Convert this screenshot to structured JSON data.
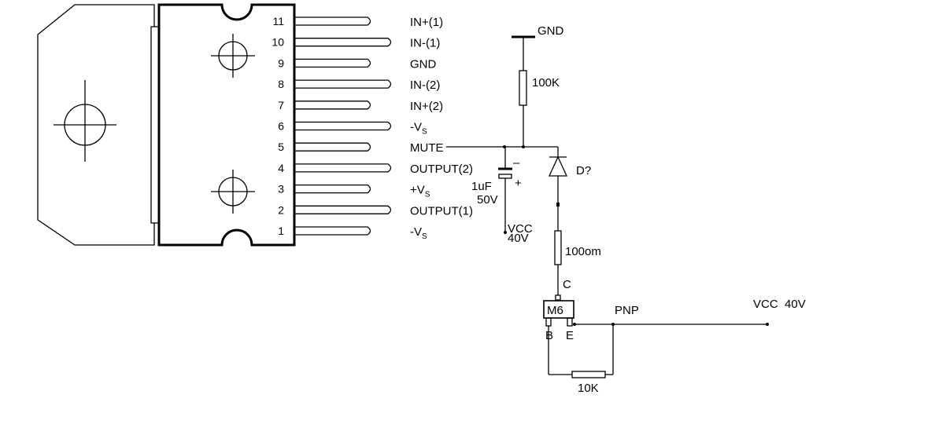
{
  "ic": {
    "pins": [
      {
        "num": "11",
        "label": "IN+(1)"
      },
      {
        "num": "10",
        "label": "IN-(1)"
      },
      {
        "num": "9",
        "label": "GND"
      },
      {
        "num": "8",
        "label": "IN-(2)"
      },
      {
        "num": "7",
        "label": "IN+(2)"
      },
      {
        "num": "6",
        "label": "-V",
        "sub": "S"
      },
      {
        "num": "5",
        "label": "MUTE"
      },
      {
        "num": "4",
        "label": "OUTPUT(2)"
      },
      {
        "num": "3",
        "label": "+V",
        "sub": "S"
      },
      {
        "num": "2",
        "label": "OUTPUT(1)"
      },
      {
        "num": "1",
        "label": "-V",
        "sub": "S"
      }
    ]
  },
  "circuit": {
    "gnd_label": "GND",
    "r_top": "100K",
    "cap_minus": "–",
    "cap_plus": "+",
    "cap_value": "1uF",
    "cap_voltage": "50V",
    "cap_vcc": "VCC",
    "cap_vcc_v": "40V",
    "diode_label": "D?",
    "r_mid": "100om",
    "transistor_c": "C",
    "transistor_name": "M6",
    "transistor_b": "B",
    "transistor_e": "E",
    "transistor_type": "PNP",
    "vcc_label": "VCC  40V",
    "r_bottom": "10K"
  }
}
